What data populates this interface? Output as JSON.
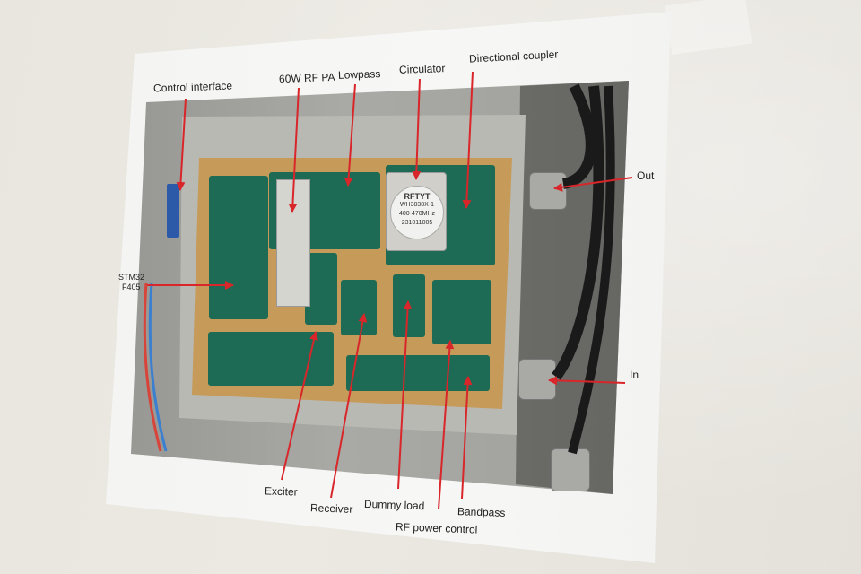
{
  "labels": {
    "control_interface": "Control interface",
    "rf_pa": "60W RF PA",
    "lowpass": "Lowpass",
    "circulator": "Circulator",
    "directional_coupler": "Directional coupler",
    "out": "Out",
    "in": "In",
    "stm32_line1": "STM32",
    "stm32_line2": "F405",
    "exciter": "Exciter",
    "receiver": "Receiver",
    "dummy_load": "Dummy load",
    "bandpass": "Bandpass",
    "rf_power_control": "RF power control"
  },
  "circulator_marking": {
    "brand": "RFTYT",
    "model": "WH3838X-1",
    "freq": "400-470MHz",
    "serial": "231011005"
  },
  "colors": {
    "arrow": "#d8262a",
    "pcb": "#1d6b55",
    "copper": "#c69b5a"
  }
}
